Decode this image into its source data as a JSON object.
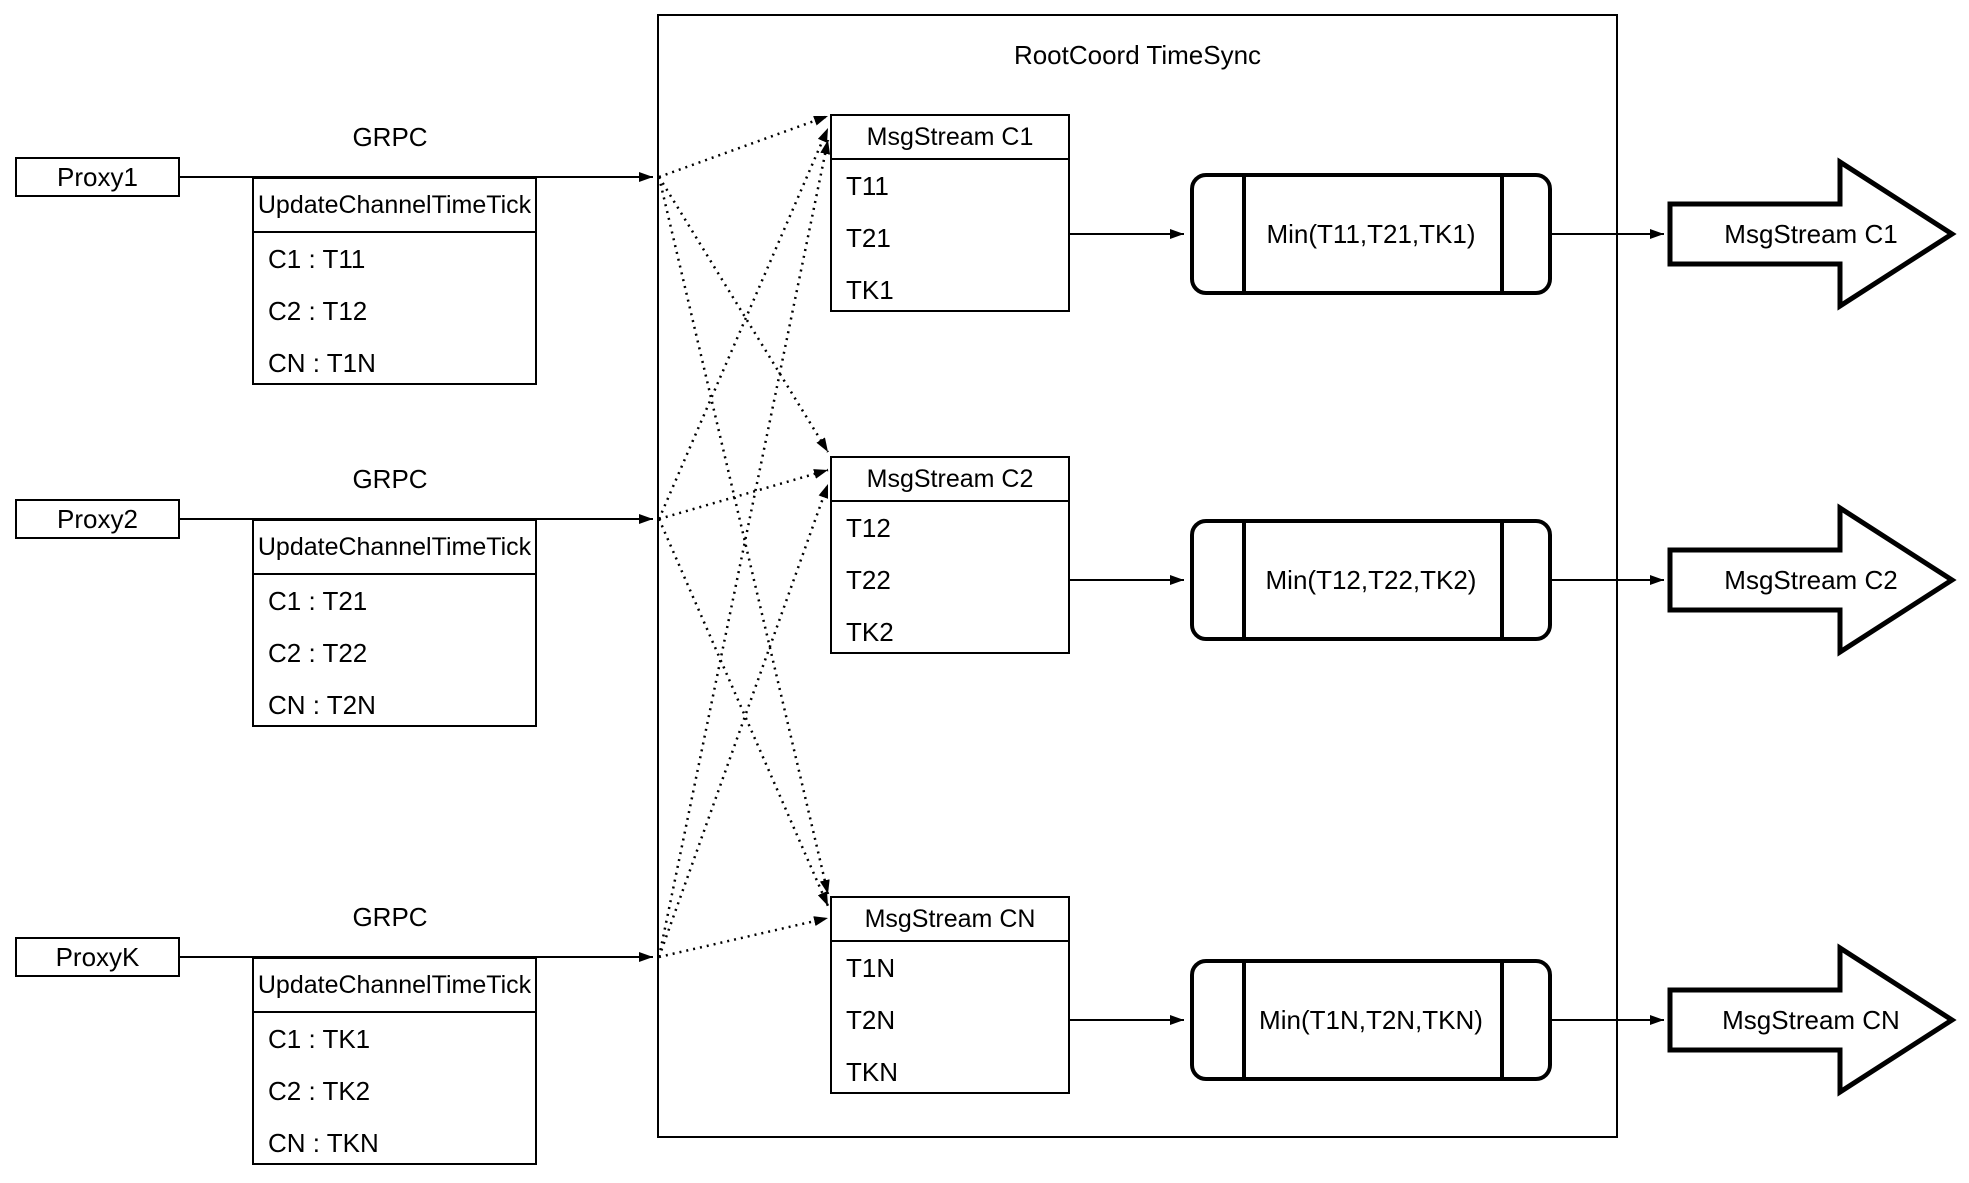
{
  "diagram": {
    "root_title": "RootCoord TimeSync",
    "grpc_label": "GRPC",
    "update_table_title": "UpdateChannelTimeTick",
    "colors": {
      "stroke": "#000000",
      "background": "#ffffff"
    },
    "proxies": [
      {
        "name": "Proxy1",
        "entries": [
          "C1 :  T11",
          "C2 :  T12",
          "CN : T1N"
        ]
      },
      {
        "name": "Proxy2",
        "entries": [
          "C1 :  T21",
          "C2 :  T22",
          "CN : T2N"
        ]
      },
      {
        "name": "ProxyK",
        "entries": [
          "C1 :  TK1",
          "C2 :  TK2",
          "CN : TKN"
        ]
      }
    ],
    "streams": [
      {
        "title": "MsgStream C1",
        "values": [
          "T11",
          "T21",
          "TK1"
        ],
        "min": "Min(T11,T21,TK1)",
        "out": "MsgStream C1"
      },
      {
        "title": "MsgStream C2",
        "values": [
          "T12",
          "T22",
          "TK2"
        ],
        "min": "Min(T12,T22,TK2)",
        "out": "MsgStream C2"
      },
      {
        "title": "MsgStream CN",
        "values": [
          "T1N",
          "T2N",
          "TKN"
        ],
        "min": "Min(T1N,T2N,TKN)",
        "out": "MsgStream CN"
      }
    ]
  }
}
